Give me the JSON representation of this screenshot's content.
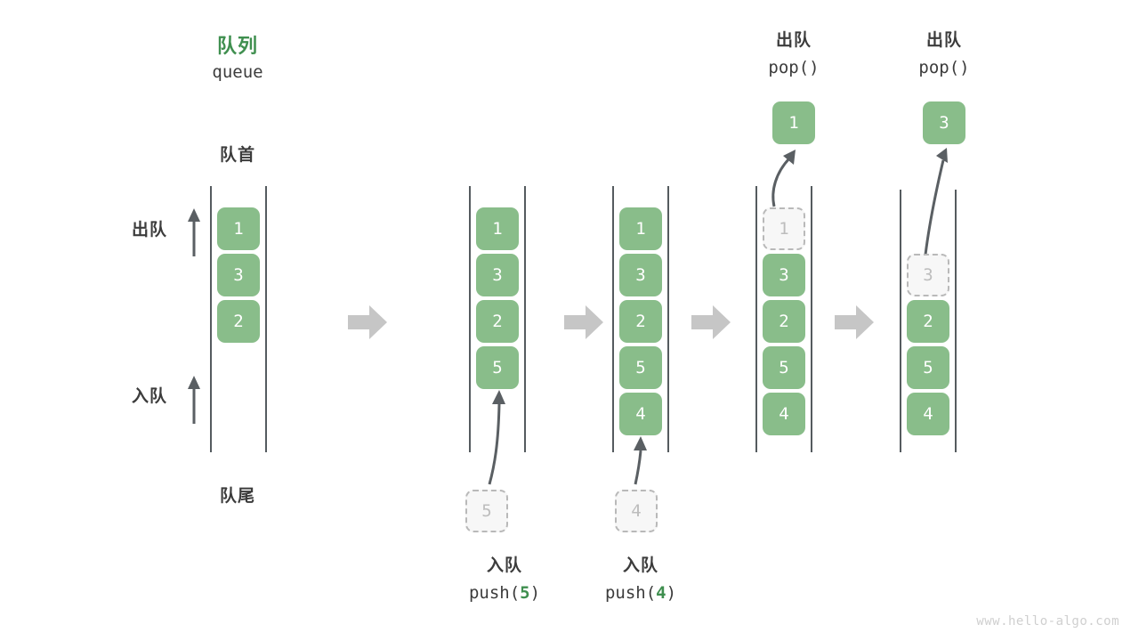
{
  "title": {
    "cn": "队列",
    "en": "queue",
    "color": "#3f8f4f"
  },
  "labels": {
    "front": "队首",
    "rear": "队尾",
    "dequeue": "出队",
    "enqueue": "入队"
  },
  "colors": {
    "element": "#89bd8a",
    "element_text": "#ffffff",
    "ghost_fill": "#f7f7f7",
    "ghost_border": "#b9b9b9",
    "ghost_text": "#bdbdbd",
    "rail": "#555b5f",
    "arrow": "#5a5f63",
    "step_arrow": "#c6c6c6",
    "accent": "#3f8f4f",
    "text": "#3c3c3c",
    "watermark": "#cfcfcf"
  },
  "steps": [
    {
      "id": "initial",
      "caption_cn": "",
      "caption_code": "",
      "caption_num": "",
      "cells": [
        "1",
        "3",
        "2"
      ],
      "ghost_index": -1,
      "floating": null,
      "incoming": null
    },
    {
      "id": "push-5",
      "caption_cn": "入队",
      "caption_code_prefix": "push(",
      "caption_num": "5",
      "caption_code_suffix": ")",
      "cells": [
        "1",
        "3",
        "2",
        "5"
      ],
      "ghost_index": -1,
      "floating": null,
      "incoming": "5"
    },
    {
      "id": "push-4",
      "caption_cn": "入队",
      "caption_code_prefix": "push(",
      "caption_num": "4",
      "caption_code_suffix": ")",
      "cells": [
        "1",
        "3",
        "2",
        "5",
        "4"
      ],
      "ghost_index": -1,
      "floating": null,
      "incoming": "4"
    },
    {
      "id": "pop-1",
      "caption_cn": "出队",
      "caption_code_prefix": "pop(",
      "caption_num": "",
      "caption_code_suffix": ")",
      "cells": [
        "1",
        "3",
        "2",
        "5",
        "4"
      ],
      "ghost_index": 0,
      "floating": "1",
      "incoming": null
    },
    {
      "id": "pop-3",
      "caption_cn": "出队",
      "caption_code_prefix": "pop(",
      "caption_num": "",
      "caption_code_suffix": ")",
      "cells": [
        "3",
        "2",
        "5",
        "4"
      ],
      "ghost_index": 0,
      "floating": "3",
      "incoming": null
    }
  ],
  "watermark": "www.hello-algo.com"
}
